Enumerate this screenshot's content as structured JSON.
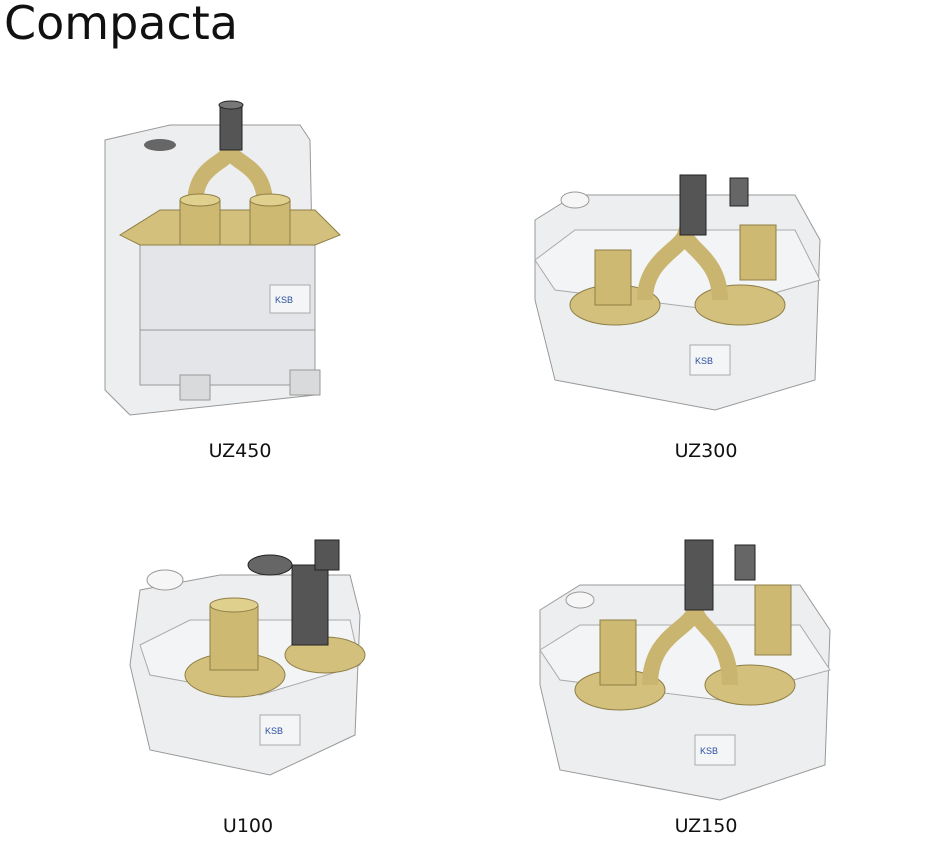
{
  "page": {
    "title": "Compacta"
  },
  "products": [
    {
      "name": "UZ450",
      "logo": "KSB"
    },
    {
      "name": "UZ300",
      "logo": "KSB"
    },
    {
      "name": "U100",
      "logo": "KSB"
    },
    {
      "name": "UZ150",
      "logo": "KSB"
    }
  ],
  "colors": {
    "housing": "#e9eaec",
    "brass": "#cbb978",
    "pipe": "#4a4a4a",
    "logo": "#2b4fa0"
  }
}
